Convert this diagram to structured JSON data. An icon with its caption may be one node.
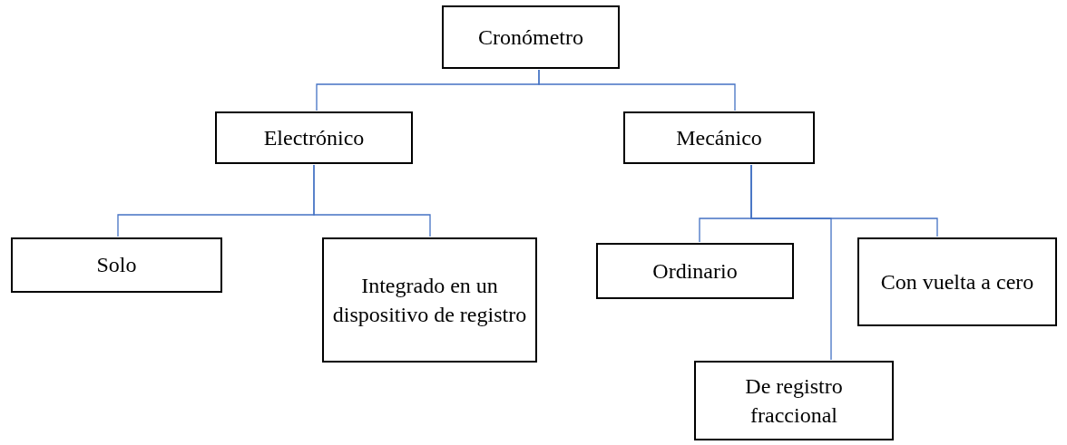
{
  "diagram": {
    "nodes": [
      {
        "text": [
          "Cronómetro"
        ]
      },
      {
        "text": [
          "Electrónico"
        ]
      },
      {
        "text": [
          "Mecánico"
        ]
      },
      {
        "text": [
          "Solo"
        ]
      },
      {
        "text": [
          "Integrado en un dispositivo de registro"
        ]
      },
      {
        "text": [
          "Ordinario"
        ]
      },
      {
        "text": [
          "Con vuelta a cero"
        ]
      },
      {
        "text": [
          "De registro fraccional"
        ]
      }
    ],
    "edges": [
      {
        "from": 0,
        "to": 1,
        "arrow": "none"
      },
      {
        "from": 0,
        "to": 2,
        "arrow": "none"
      },
      {
        "from": 1,
        "to": 3,
        "arrow": "none"
      },
      {
        "from": 1,
        "to": 4,
        "arrow": "none"
      },
      {
        "from": 2,
        "to": 5,
        "arrow": "none"
      },
      {
        "from": 2,
        "to": 7,
        "arrow": "none"
      },
      {
        "from": 2,
        "to": 6,
        "arrow": "none"
      }
    ]
  }
}
